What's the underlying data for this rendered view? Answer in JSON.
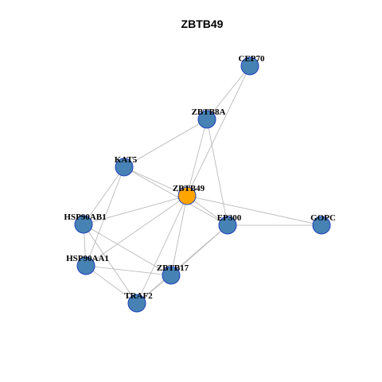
{
  "title": "ZBTB49",
  "colors": {
    "node_fill": "#4682b4",
    "center_fill": "#ffa500",
    "node_border": "#1f3fbf",
    "edge": "#b3b3b3"
  },
  "center_node": "ZBTB49",
  "nodes": [
    "CEP70",
    "ZBTB8A",
    "KAT5",
    "ZBTB49",
    "HSP90AB1",
    "EP300",
    "GOPC",
    "HSP90AA1",
    "ZBTB17",
    "TRAF2"
  ],
  "edges": [
    [
      "CEP70",
      "ZBTB8A"
    ],
    [
      "CEP70",
      "ZBTB49"
    ],
    [
      "ZBTB8A",
      "KAT5"
    ],
    [
      "ZBTB8A",
      "ZBTB49"
    ],
    [
      "ZBTB8A",
      "EP300"
    ],
    [
      "KAT5",
      "ZBTB49"
    ],
    [
      "KAT5",
      "EP300"
    ],
    [
      "KAT5",
      "HSP90AB1"
    ],
    [
      "KAT5",
      "HSP90AA1"
    ],
    [
      "ZBTB49",
      "HSP90AB1"
    ],
    [
      "ZBTB49",
      "EP300"
    ],
    [
      "ZBTB49",
      "GOPC"
    ],
    [
      "ZBTB49",
      "HSP90AA1"
    ],
    [
      "ZBTB49",
      "ZBTB17"
    ],
    [
      "ZBTB49",
      "TRAF2"
    ],
    [
      "EP300",
      "GOPC"
    ],
    [
      "EP300",
      "ZBTB17"
    ],
    [
      "EP300",
      "TRAF2"
    ],
    [
      "HSP90AB1",
      "HSP90AA1"
    ],
    [
      "HSP90AB1",
      "ZBTB17"
    ],
    [
      "HSP90AB1",
      "TRAF2"
    ],
    [
      "HSP90AA1",
      "ZBTB17"
    ],
    [
      "HSP90AA1",
      "TRAF2"
    ],
    [
      "ZBTB17",
      "TRAF2"
    ]
  ]
}
